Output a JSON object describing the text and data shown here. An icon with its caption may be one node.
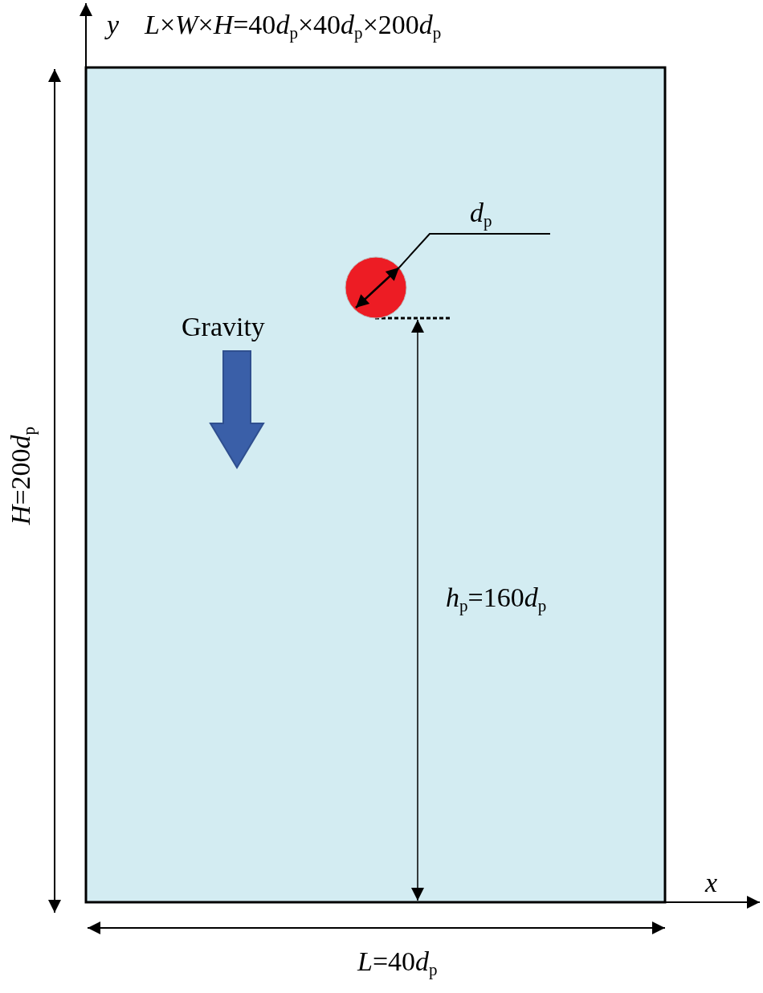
{
  "diagram": {
    "labels": [
      "y",
      "L×W×H=40d$_{p}$×40d$_{p}$×200d$_{p}$",
      "d$_{p}$",
      "Gravity",
      "H=200d$_{p}$",
      "h$_{p}$=160d$_{p}$",
      "x",
      "L=40d$_{p}$"
    ]
  }
}
